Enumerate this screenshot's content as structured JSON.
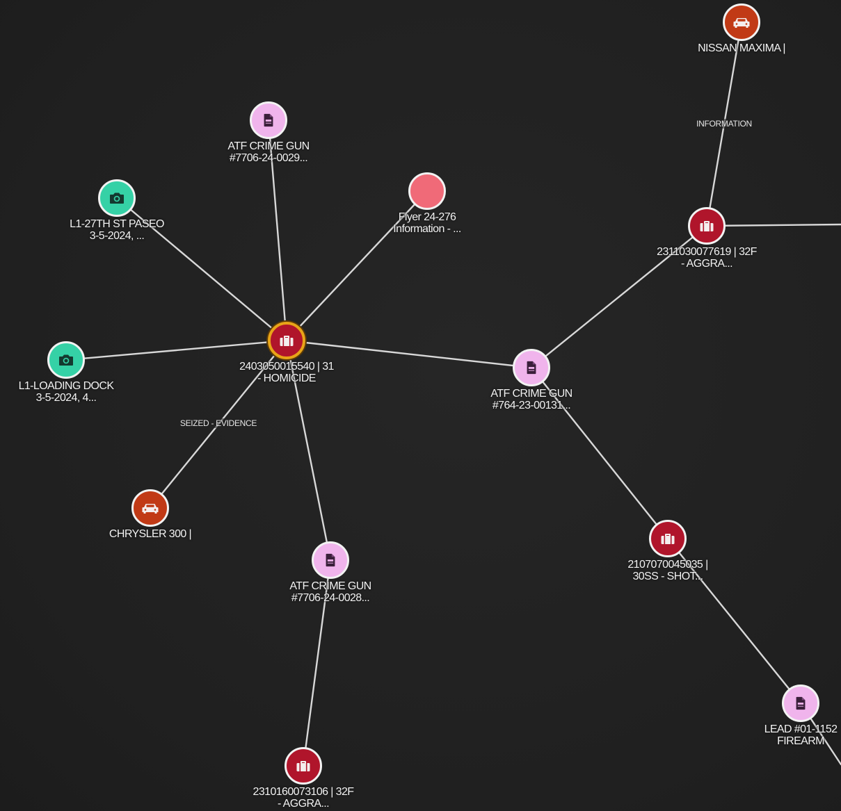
{
  "graph": {
    "nodes": [
      {
        "id": "n_case_main",
        "type": "case",
        "lines": [
          "2403050015540 | 31",
          "- HOMICIDE"
        ],
        "selected": true,
        "icon": "briefcase-icon"
      },
      {
        "id": "n_atf_7706_0029",
        "type": "document",
        "lines": [
          "ATF CRIME GUN",
          "#7706-24-0029..."
        ],
        "icon": "document-icon"
      },
      {
        "id": "n_cam_27th",
        "type": "camera",
        "lines": [
          "L1-27TH ST PASEO",
          "3-5-2024, ..."
        ],
        "icon": "camera-icon"
      },
      {
        "id": "n_flyer",
        "type": "flyer",
        "lines": [
          "Flyer 24-276",
          "Information - ..."
        ],
        "icon": ""
      },
      {
        "id": "n_cam_dock",
        "type": "camera",
        "lines": [
          "L1-LOADING DOCK",
          "3-5-2024, 4..."
        ],
        "icon": "camera-icon"
      },
      {
        "id": "n_chrysler",
        "type": "vehicle",
        "lines": [
          "CHRYSLER 300 |"
        ],
        "icon": "car-icon"
      },
      {
        "id": "n_atf_7706_0028",
        "type": "document",
        "lines": [
          "ATF CRIME GUN",
          "#7706-24-0028..."
        ],
        "icon": "document-icon"
      },
      {
        "id": "n_case_2310160073106",
        "type": "case",
        "lines": [
          "2310160073106 | 32F",
          "- AGGRA..."
        ],
        "icon": "briefcase-icon"
      },
      {
        "id": "n_atf_764",
        "type": "document",
        "lines": [
          "ATF CRIME GUN",
          "#764-23-00131..."
        ],
        "icon": "document-icon"
      },
      {
        "id": "n_case_2311030077619",
        "type": "case",
        "lines": [
          "2311030077619 | 32F",
          "- AGGRA..."
        ],
        "icon": "briefcase-icon"
      },
      {
        "id": "n_nissan",
        "type": "vehicle",
        "lines": [
          "NISSAN MAXIMA |"
        ],
        "icon": "car-icon"
      },
      {
        "id": "n_case_2107070045035",
        "type": "case",
        "lines": [
          "2107070045035 |",
          "30SS - SHOT..."
        ],
        "icon": "briefcase-icon"
      },
      {
        "id": "n_lead",
        "type": "document",
        "lines": [
          "LEAD #01-1152",
          "FIREARM"
        ],
        "icon": "document-icon"
      }
    ],
    "edges": [
      {
        "from": "n_case_main",
        "to": "n_atf_7706_0029",
        "label": ""
      },
      {
        "from": "n_case_main",
        "to": "n_cam_27th",
        "label": ""
      },
      {
        "from": "n_case_main",
        "to": "n_flyer",
        "label": ""
      },
      {
        "from": "n_case_main",
        "to": "n_cam_dock",
        "label": ""
      },
      {
        "from": "n_case_main",
        "to": "n_chrysler",
        "label": "SEIZED - EVIDENCE"
      },
      {
        "from": "n_case_main",
        "to": "n_atf_7706_0028",
        "label": ""
      },
      {
        "from": "n_atf_7706_0028",
        "to": "n_case_2310160073106",
        "label": ""
      },
      {
        "from": "n_case_main",
        "to": "n_atf_764",
        "label": ""
      },
      {
        "from": "n_atf_764",
        "to": "n_case_2311030077619",
        "label": ""
      },
      {
        "from": "n_case_2311030077619",
        "to": "n_nissan",
        "label": "INFORMATION"
      },
      {
        "from": "n_case_2311030077619",
        "to": "offscreen_right",
        "label": ""
      },
      {
        "from": "n_atf_764",
        "to": "n_case_2107070045035",
        "label": ""
      },
      {
        "from": "n_case_2107070045035",
        "to": "n_lead",
        "label": ""
      },
      {
        "from": "n_lead",
        "to": "offscreen_bottom_right",
        "label": ""
      }
    ]
  },
  "colors": {
    "background": "#232323",
    "edge": "#d8d8d8",
    "document": "#f0b4ec",
    "camera": "#35d1a6",
    "vehicle": "#c13a16",
    "case": "#b0152b",
    "flyer": "#f06a78",
    "selected_ring": "#e8a418"
  }
}
